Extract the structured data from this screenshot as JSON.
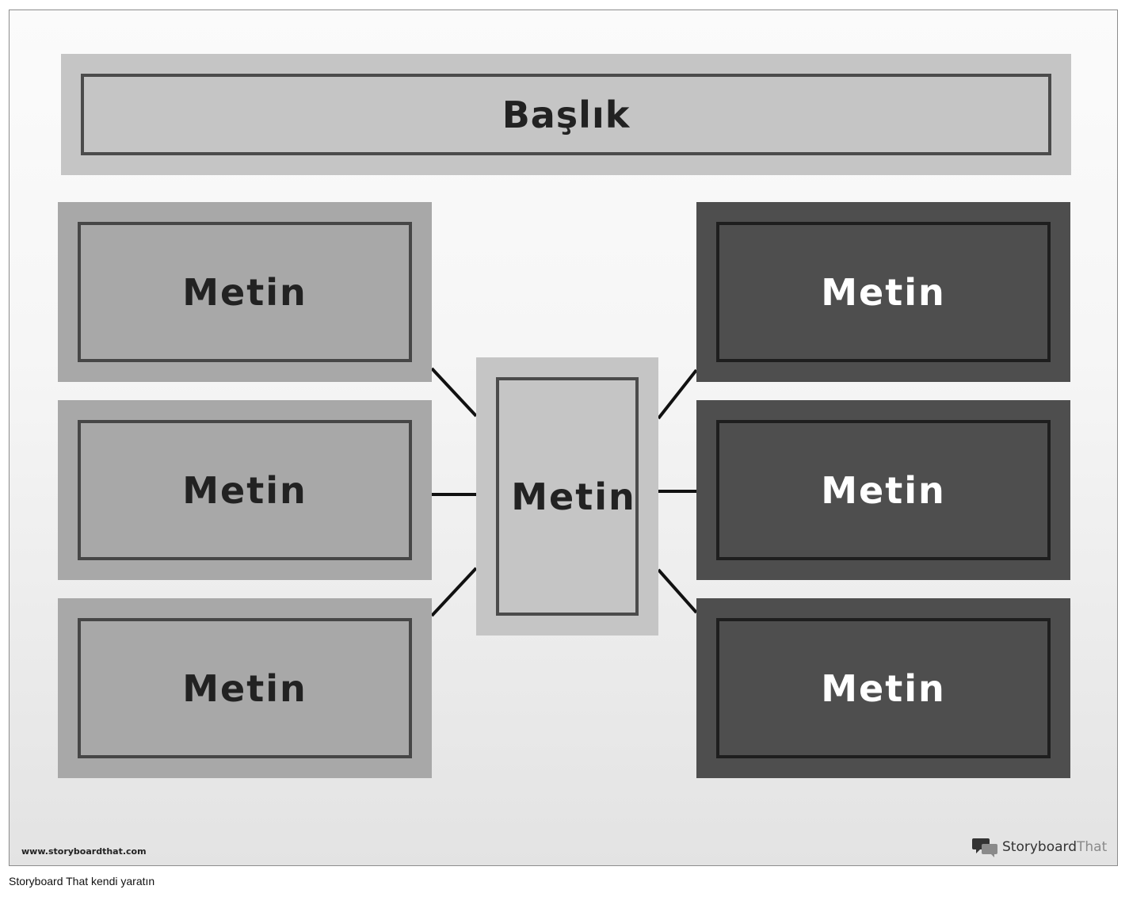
{
  "title": "Başlık",
  "center": {
    "text": "Metin"
  },
  "left_boxes": [
    {
      "text": "Metin"
    },
    {
      "text": "Metin"
    },
    {
      "text": "Metin"
    }
  ],
  "right_boxes": [
    {
      "text": "Metin"
    },
    {
      "text": "Metin"
    },
    {
      "text": "Metin"
    }
  ],
  "footer": {
    "website": "www.storyboardthat.com",
    "brand_primary": "Storyboard",
    "brand_secondary": "That",
    "caption": "Storyboard That kendi yaratın"
  },
  "colors": {
    "title_fill": "#c5c5c5",
    "left_fill": "#a8a8a8",
    "right_fill": "#4e4e4e",
    "center_fill": "#c5c5c5",
    "connector": "#111111"
  },
  "icons": {
    "brand_logo": "speech-bubbles-icon"
  }
}
